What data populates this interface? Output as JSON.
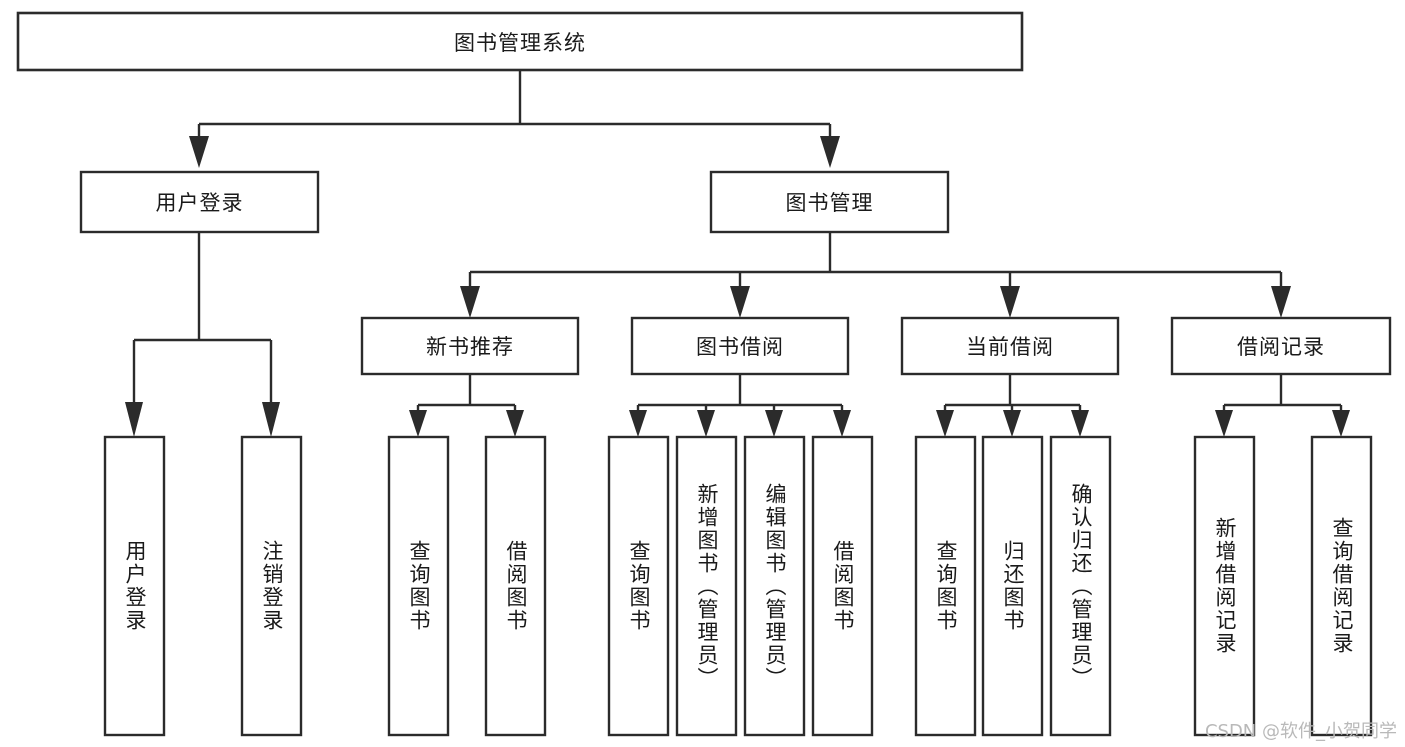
{
  "diagram": {
    "type": "hierarchy-tree",
    "title": "图书管理系统",
    "background_color": "#ffffff",
    "line_color": "#2b2b2b",
    "text_color": "#1a1a1a",
    "box_fill": "#ffffff"
  },
  "root": {
    "label": "图书管理系统"
  },
  "level1": [
    {
      "label": "用户登录"
    },
    {
      "label": "图书管理"
    }
  ],
  "level2": [
    {
      "label": "新书推荐"
    },
    {
      "label": "图书借阅"
    },
    {
      "label": "当前借阅"
    },
    {
      "label": "借阅记录"
    }
  ],
  "leaves": {
    "user_login": [
      {
        "label": "用户登录"
      },
      {
        "label": "注销登录"
      }
    ],
    "new_book_recommend": [
      {
        "label": "查询图书"
      },
      {
        "label": "借阅图书"
      }
    ],
    "book_borrow": [
      {
        "label": "查询图书"
      },
      {
        "label": "新增图书（管理员）"
      },
      {
        "label": "编辑图书（管理员）"
      },
      {
        "label": "借阅图书"
      }
    ],
    "current_borrow": [
      {
        "label": "查询图书"
      },
      {
        "label": "归还图书"
      },
      {
        "label": "确认归还（管理员）"
      }
    ],
    "borrow_record": [
      {
        "label": "新增借阅记录"
      },
      {
        "label": "查询借阅记录"
      }
    ]
  },
  "watermark": {
    "text": "CSDN @软件_小贺同学",
    "color": "#b9b9b9"
  }
}
